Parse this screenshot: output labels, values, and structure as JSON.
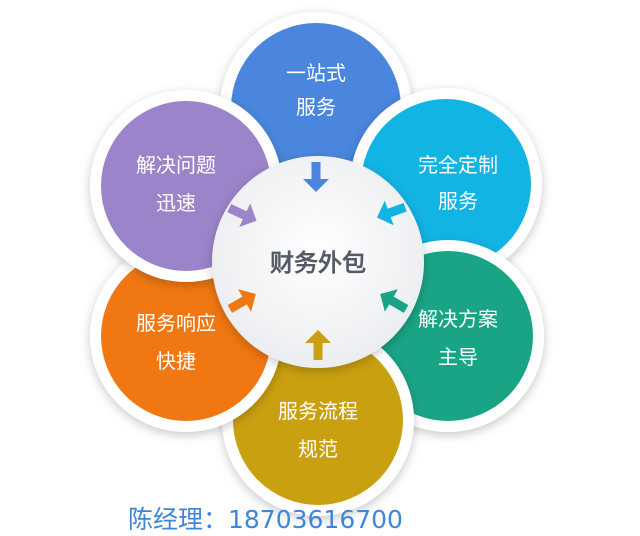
{
  "center": {
    "label": "财务外包"
  },
  "petals": [
    {
      "id": "top",
      "line1": "一站式",
      "line2": "服务",
      "color": "#4a86de"
    },
    {
      "id": "top-right",
      "line1": "完全定制",
      "line2": "服务",
      "color": "#12b4e4"
    },
    {
      "id": "right",
      "line1": "解决方案",
      "line2": "主导",
      "color": "#1aa486"
    },
    {
      "id": "bottom",
      "line1": "服务流程",
      "line2": "规范",
      "color": "#c9a00f"
    },
    {
      "id": "left",
      "line1": "服务响应",
      "line2": "快捷",
      "color": "#f07712"
    },
    {
      "id": "top-left",
      "line1": "解决问题",
      "line2": "迅速",
      "color": "#9b84c9"
    }
  ],
  "contact": {
    "text": "陈经理：18703616700",
    "color": "#3f86d9"
  }
}
